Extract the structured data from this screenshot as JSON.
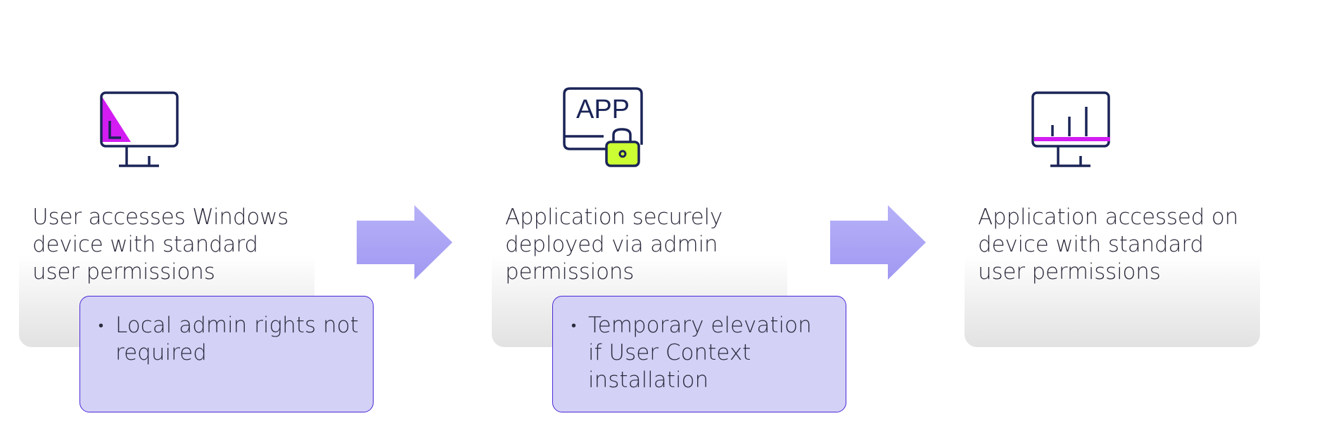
{
  "colors": {
    "navy": "#1b2457",
    "magenta": "#d21cf2",
    "lime": "#ccff33",
    "arrow": "#aaa3f4",
    "callout_fill": "#d3d1f6",
    "callout_border": "#4a27d6"
  },
  "steps": [
    {
      "icon": "monitor-icon",
      "text": "User accesses Windows\ndevice with standard\nuser permissions",
      "note": "Local admin rights not required"
    },
    {
      "icon": "app-lock-icon",
      "icon_label": "APP",
      "text": "Application securely\ndeployed via admin\npermissions",
      "note": "Temporary elevation if User Context installation"
    },
    {
      "icon": "monitor-chart-icon",
      "text": "Application accessed on\ndevice with standard\nuser permissions"
    }
  ]
}
